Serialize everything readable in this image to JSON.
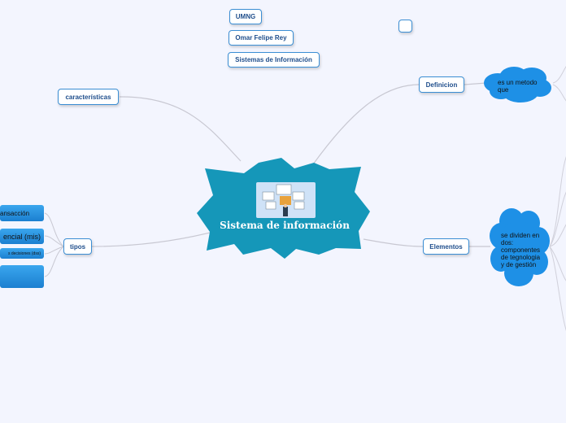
{
  "central": {
    "title": "Sistema de información",
    "image": "computer-network-illustration"
  },
  "header_nodes": [
    {
      "label": "UMNG"
    },
    {
      "label": "Omar Felipe Rey"
    },
    {
      "label": "Sistemas de Información"
    }
  ],
  "branches": {
    "caracteristicas": {
      "label": "características"
    },
    "definicion": {
      "label": "Definicion",
      "cloud_text": "es un metodo que"
    },
    "elementos": {
      "label": "Elementos",
      "cloud_text": "se dividen en dos: componentes de tegnologia y de gestión"
    },
    "tipos": {
      "label": "tipos",
      "items": [
        {
          "label": "ansacción"
        },
        {
          "label": "encial (mis)"
        },
        {
          "label": "s decisiones (dss)"
        },
        {
          "label": ""
        }
      ]
    }
  },
  "colors": {
    "central_fill": "#1597b9",
    "node_border": "#3b8ed4",
    "cloud_fill": "#1e90e6",
    "connector": "#c8c8d2",
    "background": "#f3f5fe"
  }
}
